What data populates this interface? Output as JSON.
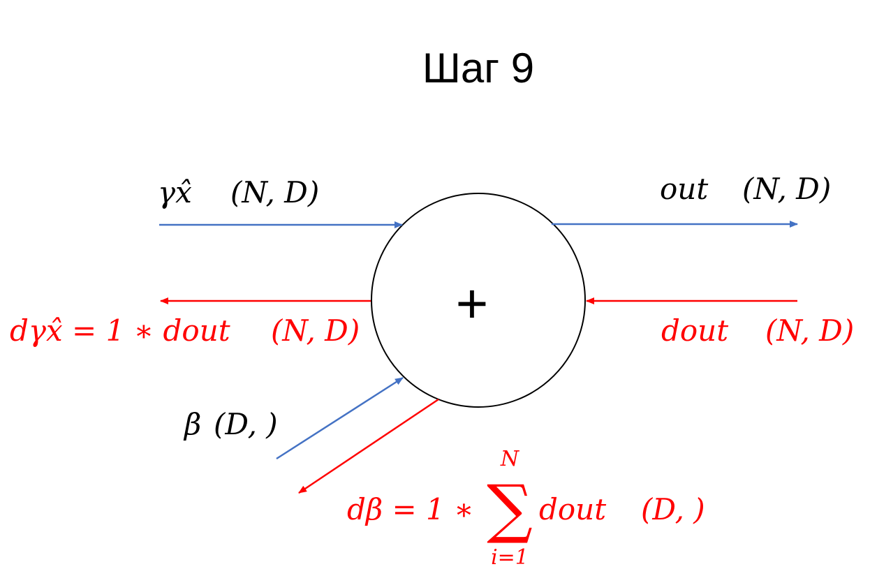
{
  "title": "Шаг 9",
  "node": {
    "operator": "+"
  },
  "inputs": {
    "gamma_xhat": {
      "label": "γx̂",
      "shape": "(N, D)"
    },
    "beta": {
      "label": "β",
      "shape": "(D, )"
    }
  },
  "output": {
    "label": "out",
    "shape": "(N, D)"
  },
  "gradients": {
    "dout": {
      "label": "dout",
      "shape": "(N, D)"
    },
    "d_gamma_xhat": {
      "label": "dγx̂ = 1 ∗ dout",
      "shape": "(N, D)"
    },
    "d_beta": {
      "prefix": "dβ = 1 ∗",
      "sum_symbol": "∑",
      "sum_upper": "N",
      "sum_lower": "i=1",
      "term": "dout",
      "shape": "(D, )"
    }
  },
  "colors": {
    "forward": "#4472C4",
    "backward": "#FF0000",
    "text": "#000000",
    "node_stroke": "#000000"
  }
}
